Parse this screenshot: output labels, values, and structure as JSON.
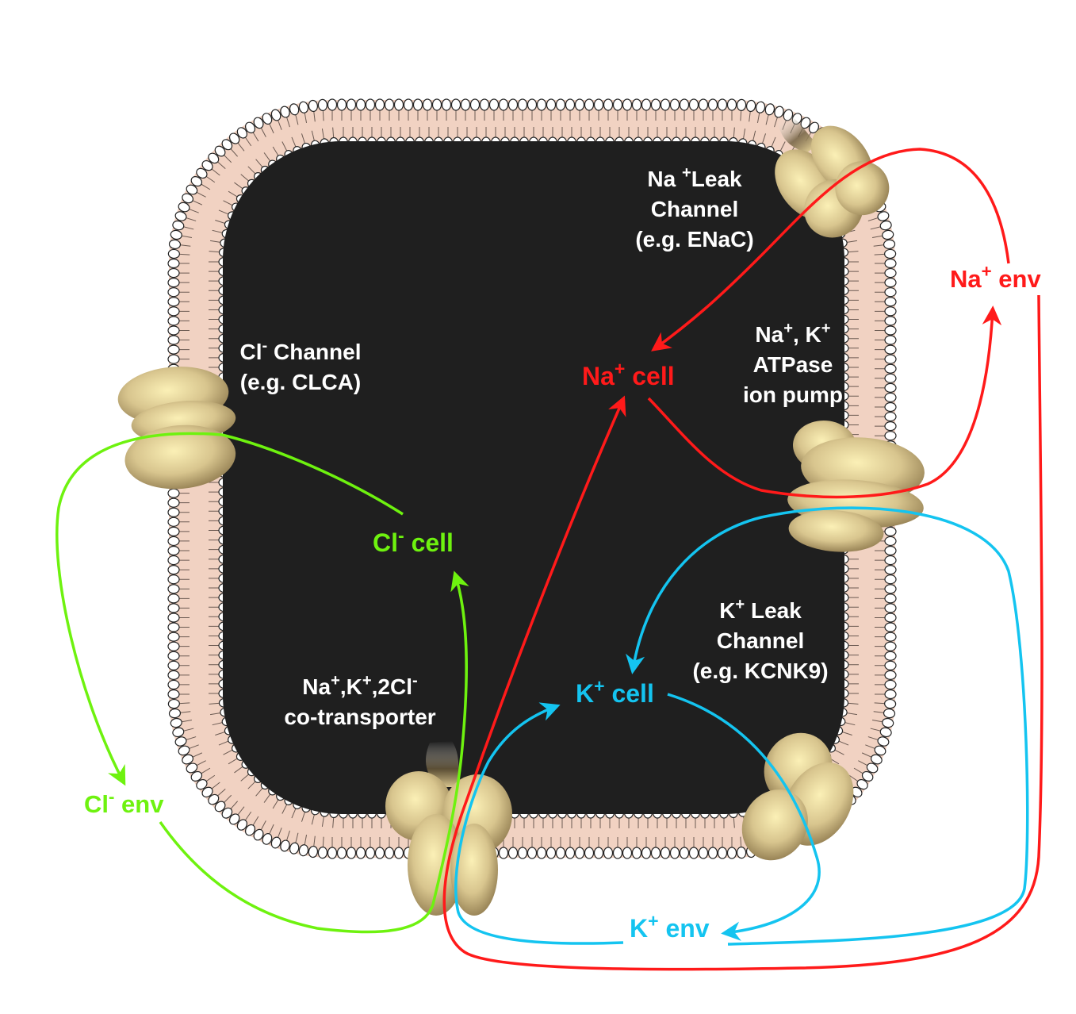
{
  "colors": {
    "cytoplasm": "#1f1f1f",
    "membrane": "#f1d2c2",
    "na": "#ff1a1a",
    "cl": "#6ef20f",
    "k": "#14c4f0",
    "protein": "#d7c28f"
  },
  "labels": {
    "na_leak": {
      "line1_pre": "Na ",
      "line1_sup": "+",
      "line1_post": "Leak",
      "line2": "Channel",
      "line3": "(e.g. ENaC)"
    },
    "cl_channel": {
      "line1_pre": "Cl",
      "line1_sup": "-",
      "line1_post": " Channel",
      "line2": "(e.g. CLCA)"
    },
    "atpase": {
      "line1_a": "Na",
      "line1_sup1": "+",
      "line1_b": ", K",
      "line1_sup2": "+",
      "line2": "ATPase",
      "line3": "ion pump"
    },
    "k_leak": {
      "line1_pre": "K",
      "line1_sup": "+",
      "line1_post": " Leak",
      "line2": "Channel",
      "line3": "(e.g. KCNK9)"
    },
    "nkcc": {
      "line1_a": "Na",
      "line1_sup1": "+",
      "line1_b": ",K",
      "line1_sup2": "+",
      "line1_c": ",2Cl",
      "line1_sup3": "-",
      "line2": "co-transporter"
    }
  },
  "ions": {
    "na_cell": {
      "base": "Na",
      "sup": "+",
      "suffix": " cell"
    },
    "na_env": {
      "base": "Na",
      "sup": "+",
      "suffix": " env"
    },
    "cl_cell": {
      "base": "Cl",
      "sup": "-",
      "suffix": " cell"
    },
    "cl_env": {
      "base": "Cl",
      "sup": "-",
      "suffix": " env"
    },
    "k_cell": {
      "base": "K",
      "sup": "+",
      "suffix": " cell"
    },
    "k_env": {
      "base": "K",
      "sup": "+",
      "suffix": " env"
    }
  }
}
